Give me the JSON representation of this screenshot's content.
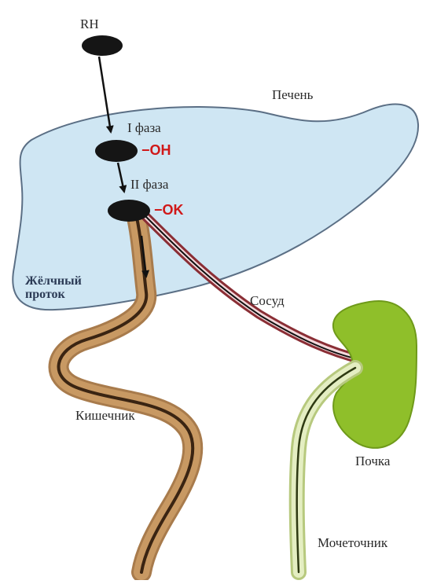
{
  "labels": {
    "rh": "RH",
    "liver": "Печень",
    "phase1": "I фаза",
    "oh": "−OH",
    "phase2": "II фаза",
    "ok": "−OK",
    "bile_duct_line1": "Жёлчный",
    "bile_duct_line2": "проток",
    "vessel": "Сосуд",
    "intestine": "Кишечник",
    "kidney": "Почка",
    "ureter": "Мочеточник"
  },
  "colors": {
    "liver_fill": "#cfe6f3",
    "liver_stroke": "#5b6f85",
    "molecule": "#151515",
    "highlight_text": "#d01818",
    "intestine_fill": "#b98a57",
    "intestine_core": "#5a3a1c",
    "vessel_fill": "#b8444c",
    "vessel_core": "#f4d9dc",
    "kidney_fill": "#8fbf2a",
    "ureter_fill": "#dbe7ae"
  }
}
